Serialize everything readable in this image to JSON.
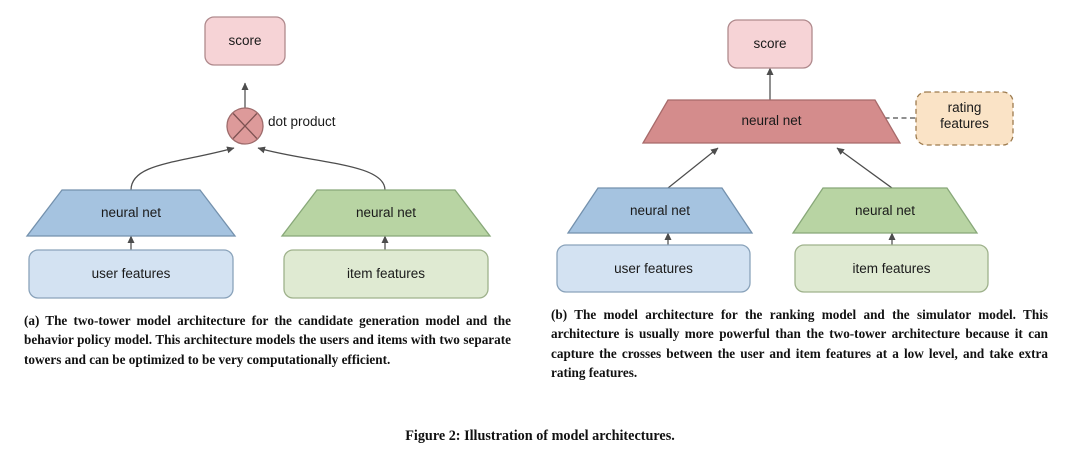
{
  "figure": {
    "caption": "Figure 2: Illustration of model architectures."
  },
  "panel_a": {
    "caption": "(a) The two-tower model architecture for the candidate generation model and the behavior policy model. This architecture models the users and items with two separate towers and can be optimized to be very computationally efficient.",
    "nodes": {
      "score": "score",
      "dot_product": "dot product",
      "left_tower": "neural net",
      "right_tower": "neural net",
      "user_features": "user features",
      "item_features": "item features"
    }
  },
  "panel_b": {
    "caption": "(b) The model architecture for the ranking model and the simulator model. This architecture is usually more powerful than the two-tower architecture because it can capture the crosses between the user and item features at a low level, and take extra rating features.",
    "nodes": {
      "score": "score",
      "top_net": "neural net",
      "rating_features_line1": "rating",
      "rating_features_line2": "features",
      "left_tower": "neural net",
      "right_tower": "neural net",
      "user_features": "user features",
      "item_features": "item features"
    }
  },
  "colors": {
    "score_fill": "#f6d3d6",
    "score_stroke": "#b08a8d",
    "dot_fill": "#dd9a9a",
    "dot_stroke": "#9e6c6c",
    "blue_tower_fill": "#a5c3e0",
    "blue_tower_stroke": "#7491ad",
    "blue_box_fill": "#d3e2f2",
    "blue_box_stroke": "#8aa3bb",
    "green_tower_fill": "#b8d4a3",
    "green_tower_stroke": "#88a879",
    "green_box_fill": "#dfead2",
    "green_box_stroke": "#9fb28c",
    "red_net_fill": "#d48c8c",
    "red_net_stroke": "#a76a6a",
    "rating_fill": "#fae3c6",
    "rating_stroke": "#9d7b4e",
    "edge": "#4d4d4d",
    "text": "#1a1a1a"
  }
}
